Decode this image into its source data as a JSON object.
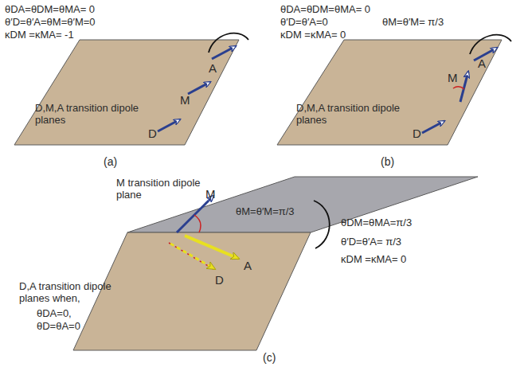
{
  "diagram": {
    "labels": [
      "θDA=θDM=θMA= 0",
      "θ′D=θ′A=θM=θ′M=0",
      "κDM =κMA= -1",
      "A",
      "M",
      "D",
      "D,M,A transition dipole planes",
      "(a)",
      "θDA=θDM=θMA= 0",
      "θ′D=θ′A=0",
      "θM=θ′M= π/3",
      "κDM =κMA= 0",
      "M",
      "A",
      "D",
      "D,M,A transition dipole planes",
      "(b)",
      "M transition dipole plane",
      "M",
      "θM=θ′M=π/3",
      "θDM=θMA=π/3",
      "θ′D=θ′A= π/3",
      "κDM =κMA= 0",
      "A",
      "D",
      "D,A transition dipole planes when,",
      "θDA=0,",
      "θD=θA=0",
      "(c)"
    ]
  }
}
